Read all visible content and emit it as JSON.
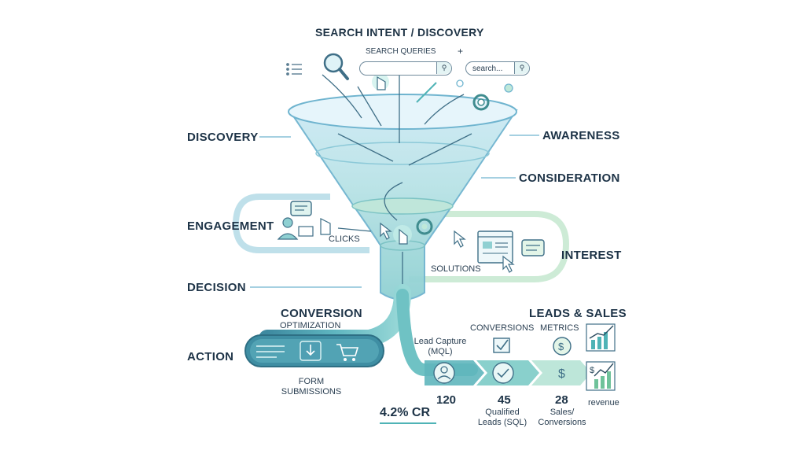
{
  "header": {
    "title": "SEARCH INTENT / DISCOVERY"
  },
  "search": {
    "queries_label": "SEARCH QUERIES",
    "plus": "+",
    "box_text": "search...",
    "btn_icon": "search-icon"
  },
  "stages": {
    "discovery": "DISCOVERY",
    "awareness": "AWARENESS",
    "consideration": "CONSIDERATION",
    "engagement": "ENGAGEMENT",
    "interest": "INTEREST",
    "decision": "DECISION",
    "action": "ACTION"
  },
  "labels": {
    "clicks": "CLICKS",
    "solutions": "SOLUTIONS",
    "conversion": "CONVERSION",
    "optimization": "OPTIMIZATION",
    "form_submissions": "FORM\nSUBMISSIONS",
    "leads_sales": "LEADS & SALES",
    "conversions": "CONVERSIONS",
    "metrics": "METRICS",
    "lead_capture": "Lead Capture\n(MQL)",
    "revenue": "revenue",
    "cr": "4.2% CR"
  },
  "metrics": [
    {
      "value": "120",
      "label": ""
    },
    {
      "value": "45",
      "label": "Qualified\nLeads (SQL)"
    },
    {
      "value": "28",
      "label": "Sales/\nConversions"
    }
  ],
  "colors": {
    "teal": "#4fb3b6",
    "mint": "#8fd6b5",
    "navy": "#1d3347",
    "funnel_blue": "#a9d8ef"
  }
}
